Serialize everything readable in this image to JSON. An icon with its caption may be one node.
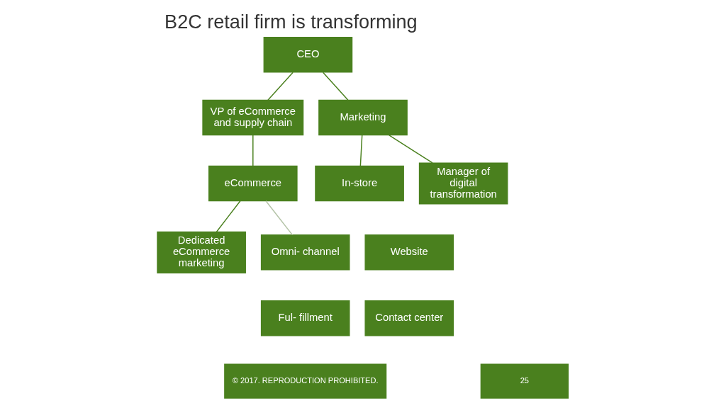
{
  "diagram": {
    "title": "B2C retail firm is transforming",
    "nodes": [
      {
        "text": [
          "CEO"
        ]
      },
      {
        "text": [
          "VP of eCommerce and supply chain"
        ]
      },
      {
        "text": [
          "Marketing"
        ]
      },
      {
        "text": [
          "eCommerce"
        ]
      },
      {
        "text": [
          "In-store"
        ]
      },
      {
        "text": [
          "Dedicated eCommerce marketing"
        ]
      },
      {
        "text": [
          "Manager of digital transformation"
        ]
      },
      {
        "text": [
          "Omni- channel"
        ]
      },
      {
        "text": [
          "Website"
        ]
      },
      {
        "text": [
          "Ful- fillment"
        ]
      },
      {
        "text": [
          "Contact center"
        ]
      }
    ],
    "edges": [
      {
        "from": 0,
        "to": 1,
        "arrow": "none"
      },
      {
        "from": 0,
        "to": 2,
        "arrow": "none"
      },
      {
        "from": 1,
        "to": 3,
        "arrow": "none"
      },
      {
        "from": 2,
        "to": 6,
        "arrow": "none"
      },
      {
        "from": 2,
        "to": 4,
        "arrow": "none"
      },
      {
        "from": 3,
        "to": 5,
        "arrow": "none"
      },
      {
        "from": 3,
        "to": 7,
        "arrow": "none",
        "color": "#b5c4a8"
      }
    ],
    "labels": [
      "© 2017. REPRODUCTION PROHIBITED.",
      "25"
    ]
  }
}
